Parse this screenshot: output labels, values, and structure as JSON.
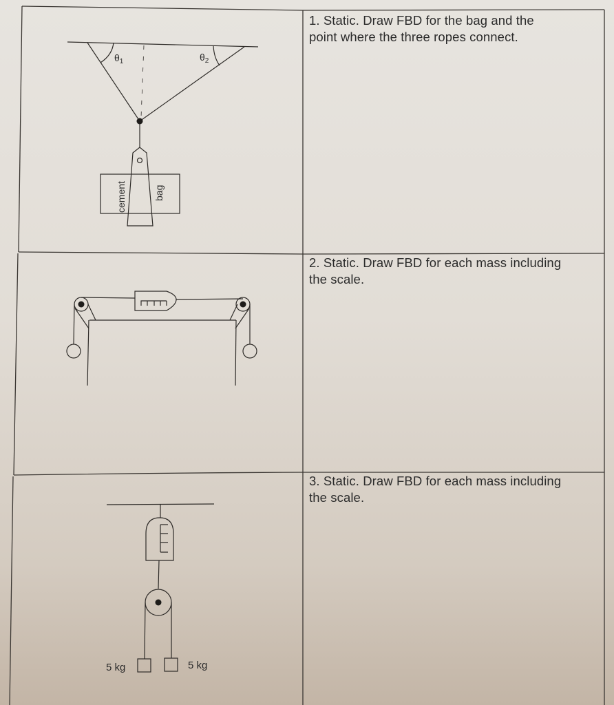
{
  "worksheet": {
    "rows": [
      {
        "problem": "1. Static. Draw FBD for the bag and the point where the three ropes connect.",
        "line1": "1. Static. Draw FBD for the bag and the",
        "line2": "point where the three ropes connect.",
        "diagram": {
          "type": "three-rope suspension",
          "angle_labels": [
            "θ1",
            "θ2"
          ],
          "angle1_main": "θ",
          "angle1_sub": "1",
          "angle2_main": "θ",
          "angle2_sub": "2",
          "bag_label_left": "cement",
          "bag_label_right": "bag"
        }
      },
      {
        "problem": "2. Static. Draw FBD for each mass including the scale.",
        "line1": "2. Static. Draw FBD for each mass including",
        "line2": "the scale.",
        "diagram": {
          "type": "table with two pulleys and spring scale",
          "components": [
            "pulley-left",
            "pulley-right",
            "spring-scale",
            "mass-left",
            "mass-right",
            "table"
          ]
        }
      },
      {
        "problem": "3. Static. Draw FBD for each mass including the scale.",
        "line1": "3. Static. Draw FBD for each mass including",
        "line2": "the scale.",
        "diagram": {
          "type": "hanging scale with pulley and two masses",
          "mass_left_label": "5 kg",
          "mass_right_label": "5 kg"
        }
      }
    ]
  }
}
